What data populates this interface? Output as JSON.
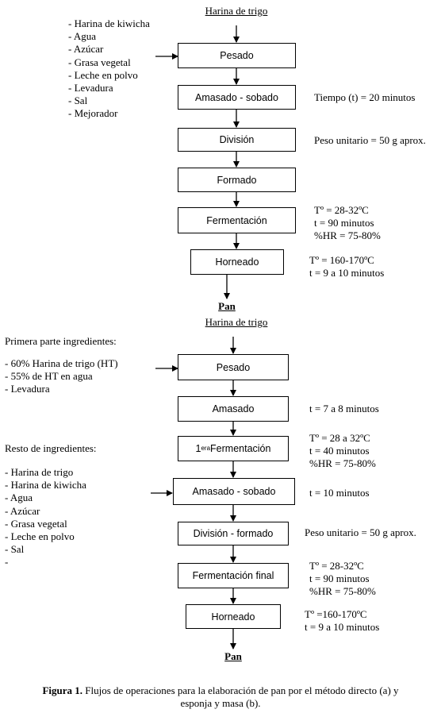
{
  "diagram_a": {
    "title": "Harina de trigo",
    "ingredients": [
      "- Harina de kiwicha",
      "- Agua",
      "- Azúcar",
      "- Grasa vegetal",
      "- Leche en polvo",
      "- Levadura",
      "- Sal",
      "- Mejorador"
    ],
    "steps": {
      "pesado": "Pesado",
      "amasado": "Amasado - sobado",
      "division": "División",
      "formado": "Formado",
      "fermentacion": "Fermentación",
      "horneado": "Horneado"
    },
    "notes": {
      "amasado": "Tiempo (t)  =  20 minutos",
      "division": "Peso unitario  = 50 g aprox.",
      "fermentacion": [
        "Tº = 28-32ºC",
        "t  = 90 minutos",
        "%HR = 75-80%"
      ],
      "horneado": [
        "Tº = 160-170ºC",
        "t  = 9 a 10 minutos"
      ]
    },
    "end": "Pan"
  },
  "diagram_b": {
    "title": "Harina de trigo",
    "first_part_header": "Primera parte ingredientes:",
    "first_part": [
      "- 60% Harina de  trigo (HT)",
      "- 55% de HT en agua",
      "- Levadura"
    ],
    "rest_header": "Resto de ingredientes:",
    "rest": [
      "- Harina de trigo",
      "- Harina de kiwicha",
      "- Agua",
      "- Azúcar",
      "- Grasa vegetal",
      "- Leche en polvo",
      "- Sal",
      "-"
    ],
    "steps": {
      "pesado": "Pesado",
      "amasado": "Amasado",
      "fermentacion1_sup": "era",
      "fermentacion1_pre": "1",
      "fermentacion1_post": " Fermentación",
      "amasado_sobado": "Amasado - sobado",
      "division_formado": "División - formado",
      "fermentacion_final": "Fermentación final",
      "horneado": "Horneado"
    },
    "notes": {
      "amasado": "t   =  7 a 8 minutos",
      "fermentacion1": [
        "Tº = 28 a 32ºC",
        "t   =  40 minutos",
        "%HR = 75-80%"
      ],
      "amasado_sobado": "t   =  10 minutos",
      "division_formado": "Peso unitario  = 50 g aprox.",
      "fermentacion_final": [
        "Tº = 28-32ºC",
        "t  = 90  minutos",
        "%HR = 75-80%"
      ],
      "horneado": [
        "Tº =160-170ºC",
        "t  =  9 a 10 minutos"
      ]
    },
    "end": "Pan"
  },
  "caption": {
    "label": "Figura 1.",
    "text_line1": " Flujos de operaciones para la elaboración de pan por el método directo (a) y",
    "text_line2": "esponja y masa (b)."
  }
}
